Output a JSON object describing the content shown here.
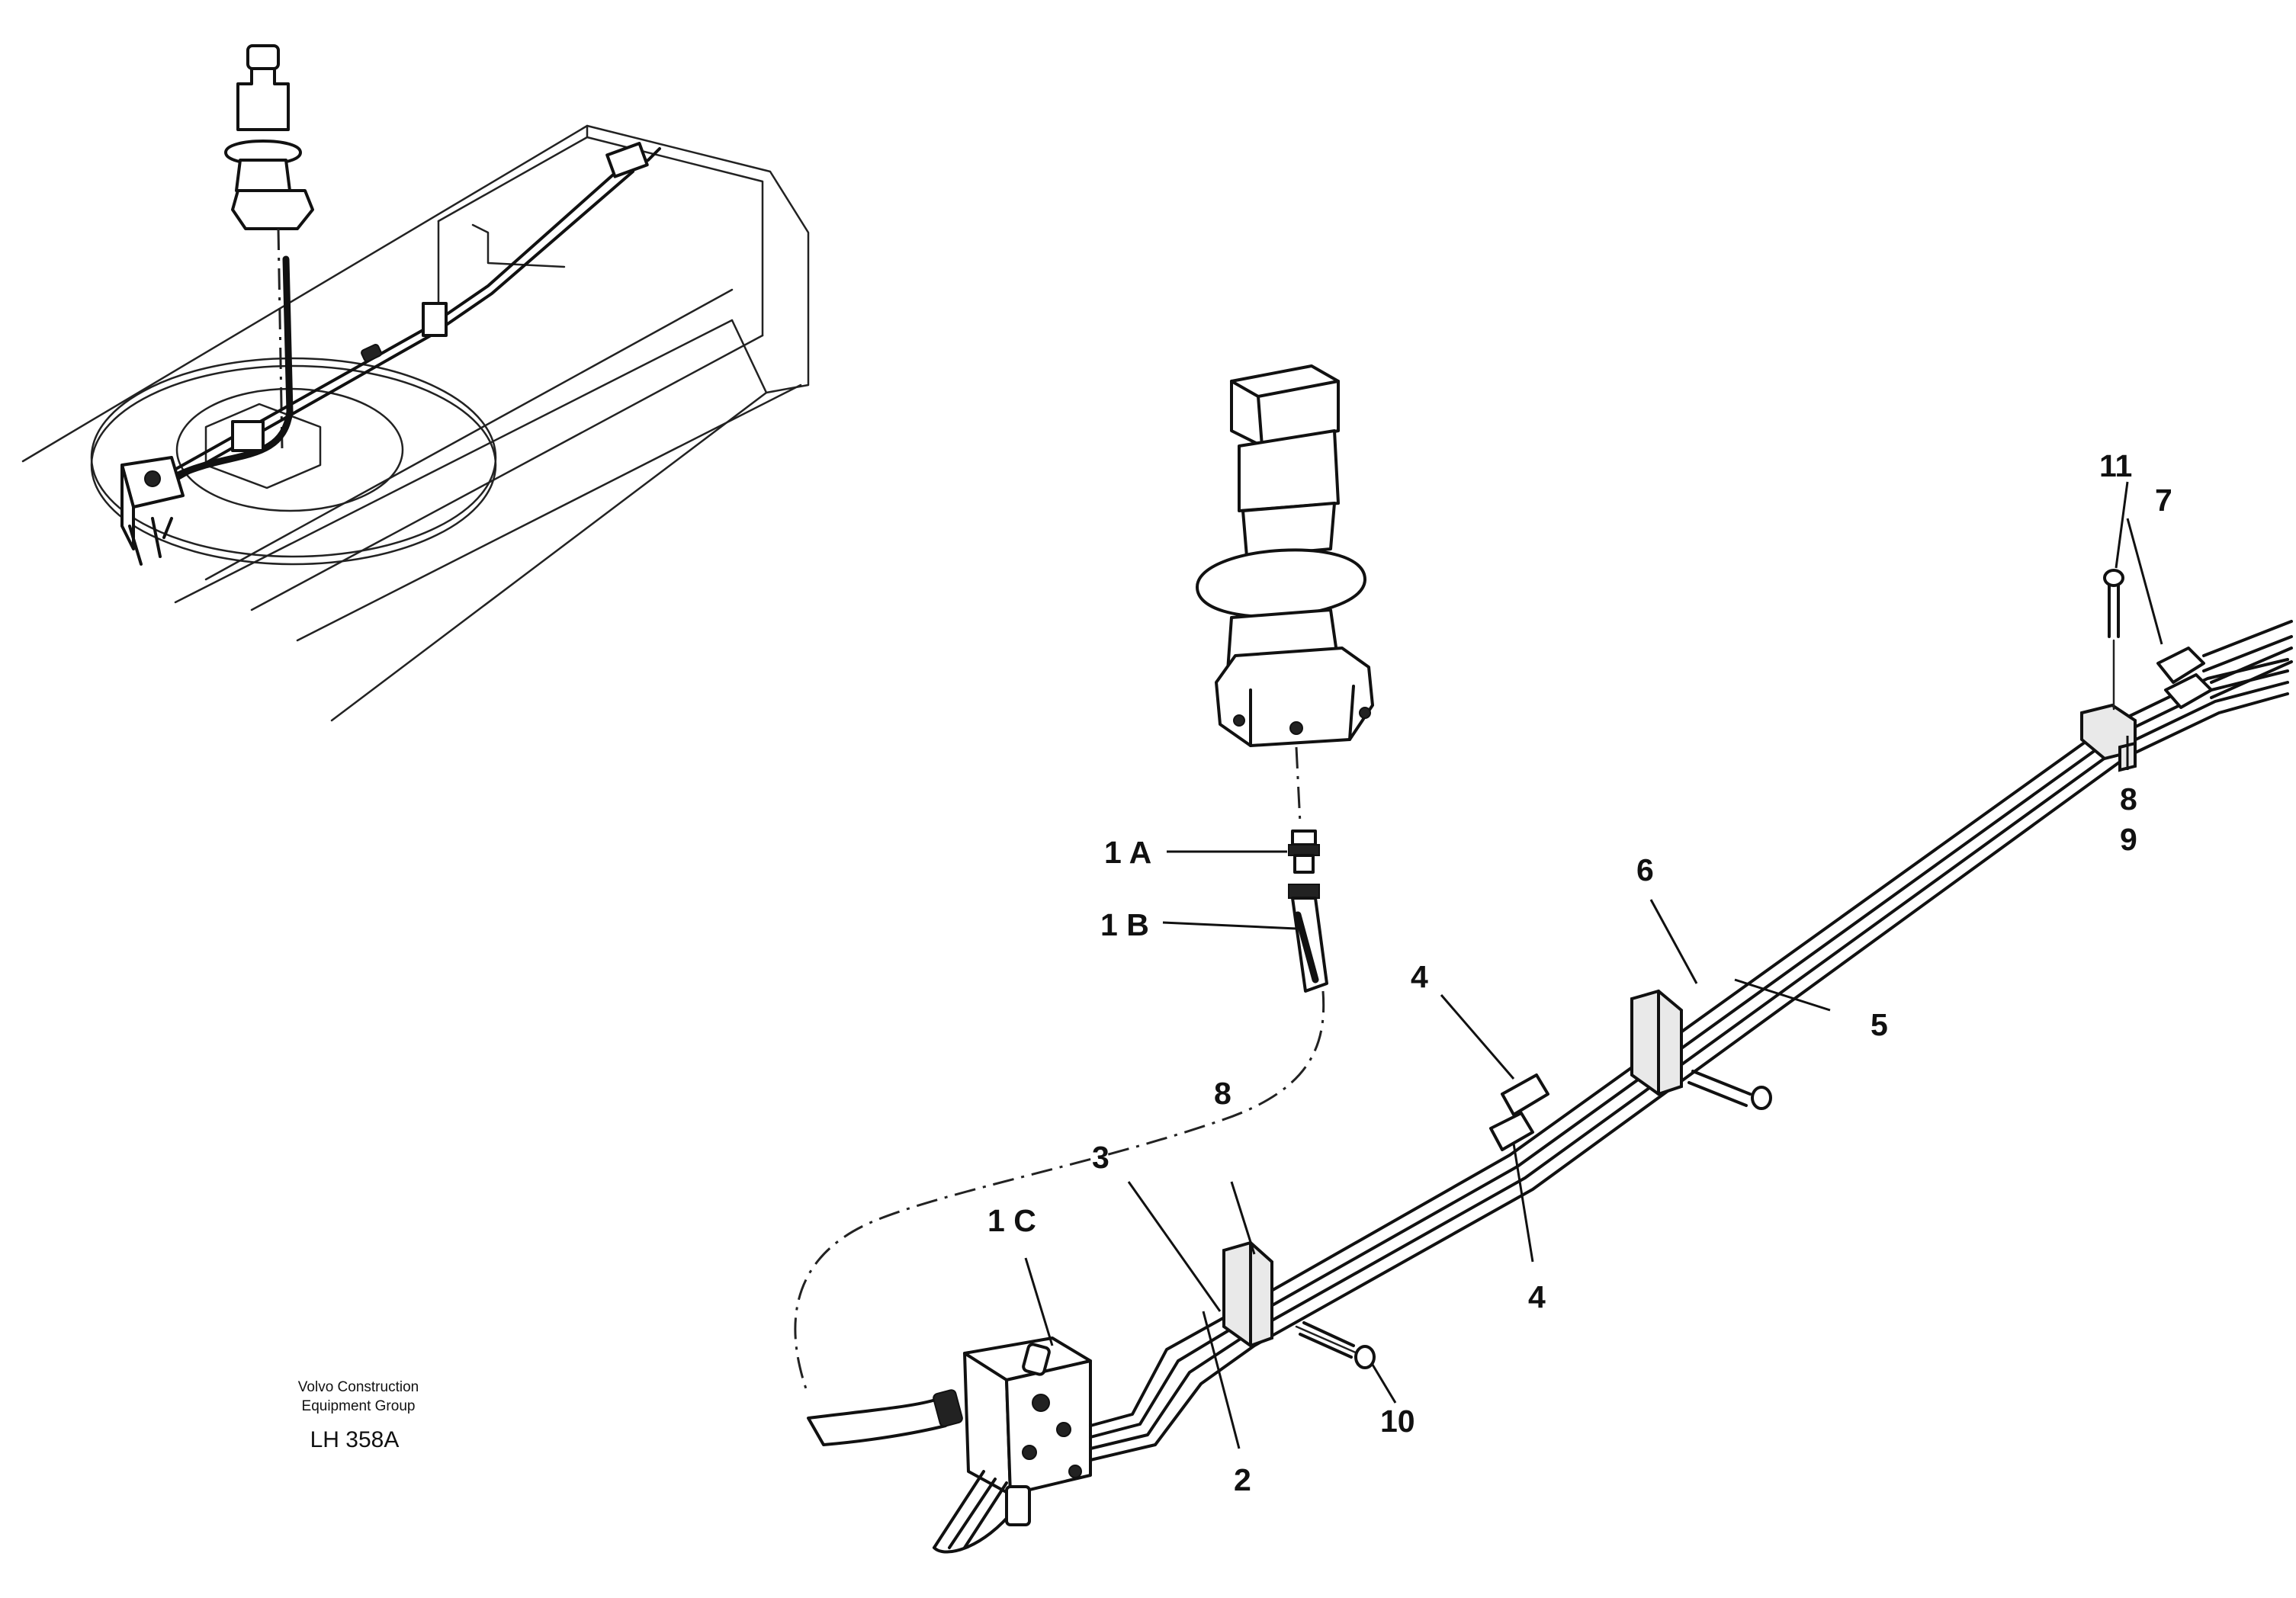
{
  "callouts": {
    "c_1A": "1 A",
    "c_1B": "1 B",
    "c_1C": "1 C",
    "c_2": "2",
    "c_3": "3",
    "c_4a": "4",
    "c_4b": "4",
    "c_5": "5",
    "c_6": "6",
    "c_7": "7",
    "c_8a": "8",
    "c_8b": "8",
    "c_9": "9",
    "c_10": "10",
    "c_11": "11"
  },
  "caption": {
    "company_line1": "Volvo Construction",
    "company_line2": "Equipment Group",
    "drawing_id": "LH 358A"
  }
}
